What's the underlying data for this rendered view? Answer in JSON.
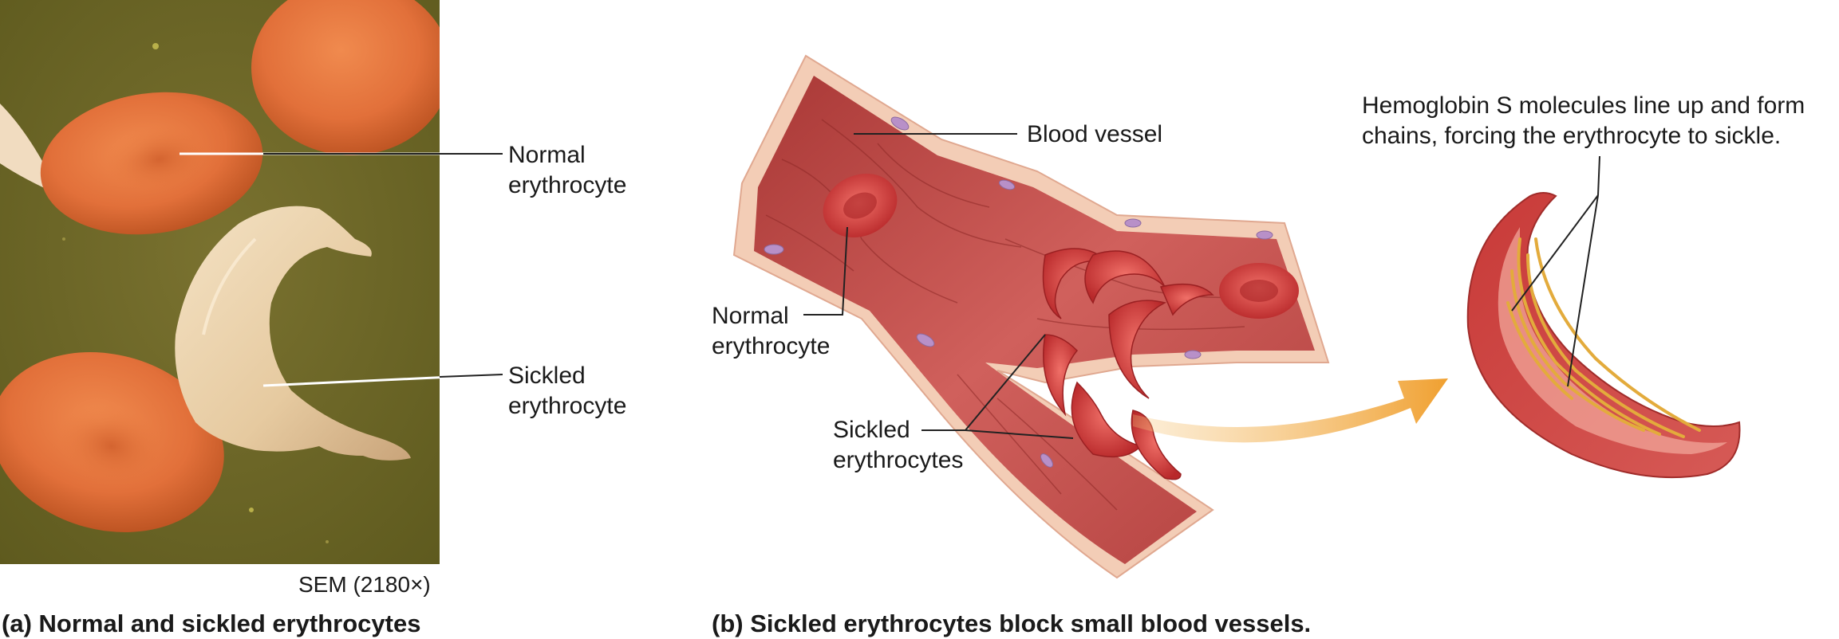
{
  "panel_a": {
    "label_normal_line1": "Normal",
    "label_normal_line2": "erythrocyte",
    "label_sickled_line1": "Sickled",
    "label_sickled_line2": "erythrocyte",
    "sem_note": "SEM (2180×)",
    "caption": "(a) Normal and sickled erythrocytes"
  },
  "panel_b": {
    "label_vessel": "Blood vessel",
    "label_normal_line1": "Normal",
    "label_normal_line2": "erythrocyte",
    "label_sickled_line1": "Sickled",
    "label_sickled_line2": "erythrocytes",
    "label_hbs_line1": "Hemoglobin S molecules line up and form",
    "label_hbs_line2": "chains, forcing the erythrocyte to sickle.",
    "caption": "(b) Sickled erythrocytes block small blood vessels."
  },
  "colors": {
    "sem_background": "#6e6824",
    "normal_cell": "#e0743a",
    "sickled_cell_sem": "#ead3b0",
    "vessel": "#c8504e",
    "vessel_wall": "#f2c9b0",
    "arrow": "#f0a030",
    "hbs_chain": "#e8b040"
  }
}
